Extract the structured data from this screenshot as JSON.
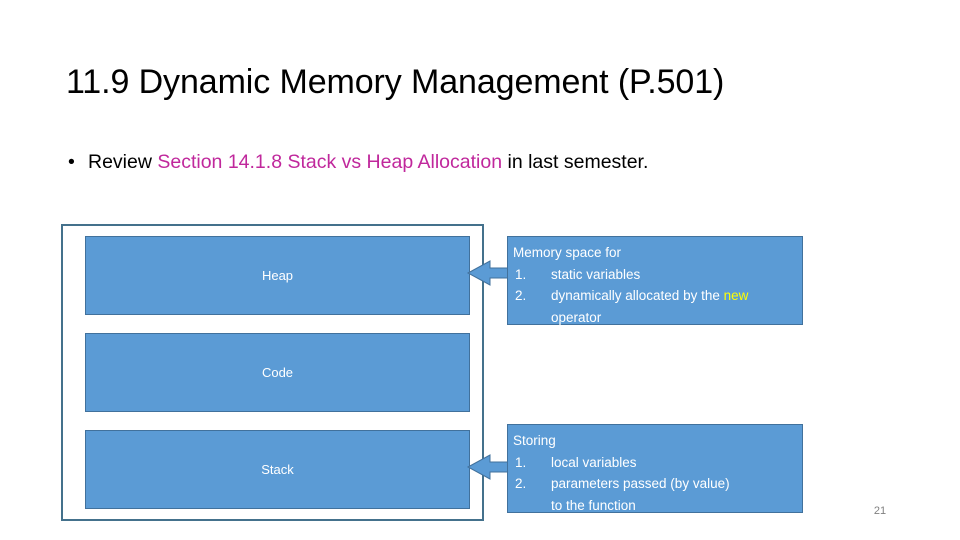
{
  "slide": {
    "title": "11.9 Dynamic Memory Management (P.501)",
    "page_number": "21",
    "background_color": "#ffffff"
  },
  "bullet": {
    "marker": "•",
    "lead_text": "Review ",
    "highlight_text": "Section 14.1.8 Stack vs Heap Allocation",
    "highlight_color": "#C0289C",
    "trail_text": " in last semester."
  },
  "diagram": {
    "frame_border_color": "#44718C",
    "block_fill_color": "#5B9BD5",
    "block_border_color": "#41719C",
    "blocks": [
      {
        "label": "Heap"
      },
      {
        "label": "Code"
      },
      {
        "label": "Stack"
      }
    ]
  },
  "callouts": [
    {
      "id": "heap",
      "heading": "Memory space for",
      "items": [
        {
          "num": "1.",
          "text": "static variables"
        },
        {
          "num": "2.",
          "text_before": "dynamically allocated by the ",
          "keyword": "new",
          "keyword_color": "#FFFF00",
          "text_after": ""
        }
      ],
      "continuation": "operator"
    },
    {
      "id": "stack",
      "heading": "Storing",
      "items": [
        {
          "num": "1.",
          "text": "local variables"
        },
        {
          "num": "2.",
          "text_before": "parameters passed (by value)",
          "keyword": "",
          "keyword_color": "",
          "text_after": ""
        }
      ],
      "continuation": "to the function"
    }
  ]
}
